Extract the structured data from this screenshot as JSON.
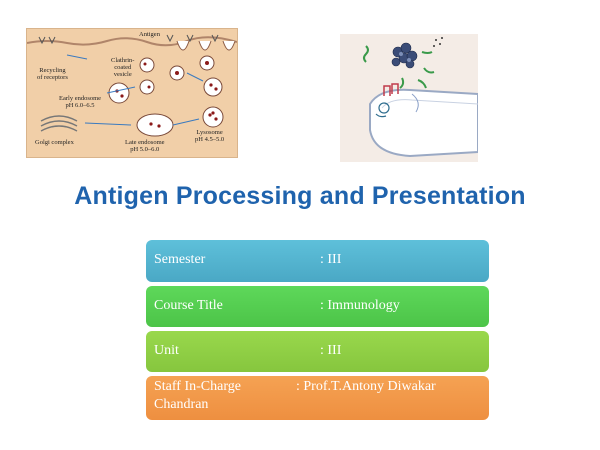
{
  "figures": {
    "left_labels": {
      "antigen": "Antigen",
      "clathrin": "Clathrin-\ncoated\nvesicle",
      "recycling": "Recycling\nof receptors",
      "early": "Early endosome\npH 6.0–6.5",
      "golgi": "Golgi complex",
      "late": "Late endosome\npH 5.0–6.0",
      "lysosome": "Lysosome\npH 4.5–5.0"
    }
  },
  "title": "Antigen Processing and Presentation",
  "info_rows": [
    {
      "key": "Semester",
      "value": ": III"
    },
    {
      "key": "Course Title",
      "value": ": Immunology"
    },
    {
      "key": "Unit",
      "value": ": III"
    },
    {
      "key": "Staff In-Charge",
      "value": ": Prof.T.Antony Diwakar",
      "continuation": "Chandran"
    }
  ],
  "colors": {
    "title": "#1f63ad",
    "semester": "#4aa8c5",
    "course": "#4cc448",
    "unit": "#86c63e",
    "staff": "#ee8f40"
  }
}
